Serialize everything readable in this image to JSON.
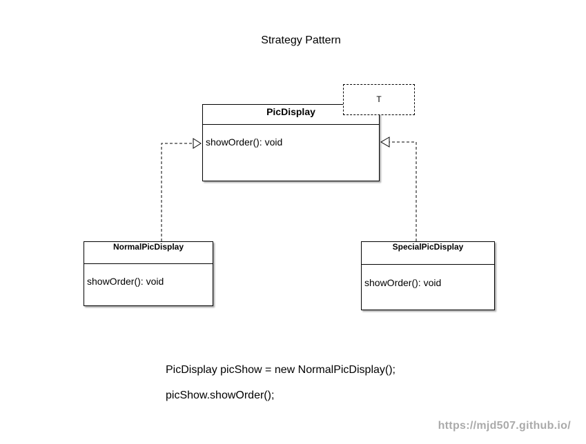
{
  "title": "Strategy Pattern",
  "interface_class": {
    "name": "PicDisplay",
    "template_param": "T",
    "operations": [
      "showOrder(): void"
    ]
  },
  "implementations": [
    {
      "name": "NormalPicDisplay",
      "operations": [
        "showOrder(): void"
      ]
    },
    {
      "name": "SpecialPicDisplay",
      "operations": [
        "showOrder(): void"
      ]
    }
  ],
  "code_lines": [
    "PicDisplay picShow = new NormalPicDisplay();",
    "picShow.showOrder();"
  ],
  "watermark": "https://mjd507.github.io/"
}
